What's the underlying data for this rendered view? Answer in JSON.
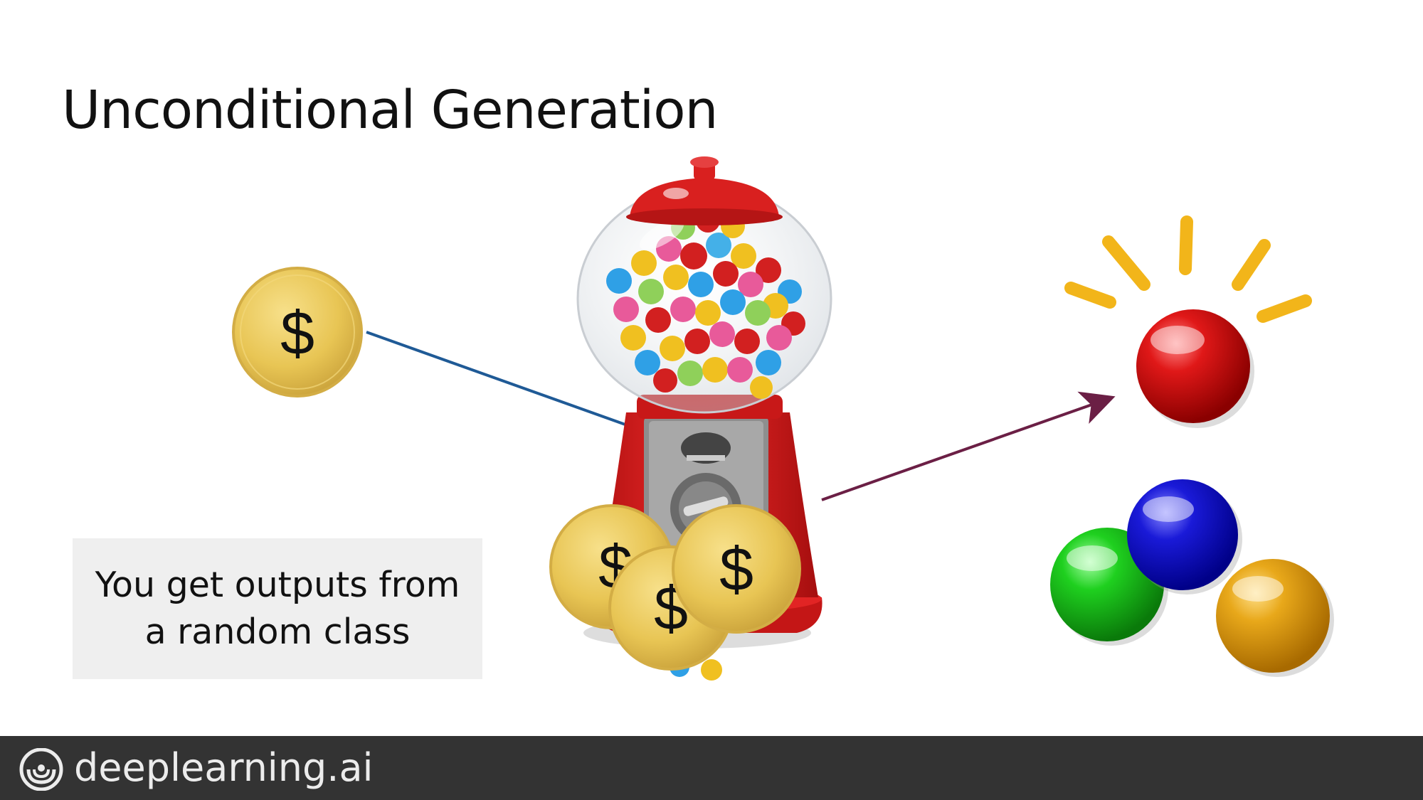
{
  "slide": {
    "title": "Unconditional Generation",
    "note_lines": [
      "You get outputs from",
      "a random class"
    ]
  },
  "coin": {
    "symbol": "$"
  },
  "footer": {
    "brand": "deeplearning.ai"
  },
  "colors": {
    "coin_gold": "#e8c554",
    "machine_red": "#d9201f",
    "input_arrow": "#1f5a96",
    "output_arrow": "#6b1f45",
    "burst_yellow": "#f2b51a",
    "footer_bg": "#333333",
    "note_bg": "#efefef"
  },
  "icons": [
    "coin-icon",
    "gumball-machine-icon",
    "gumball-icon",
    "sparkle-icon",
    "deeplearning-logo-icon"
  ]
}
